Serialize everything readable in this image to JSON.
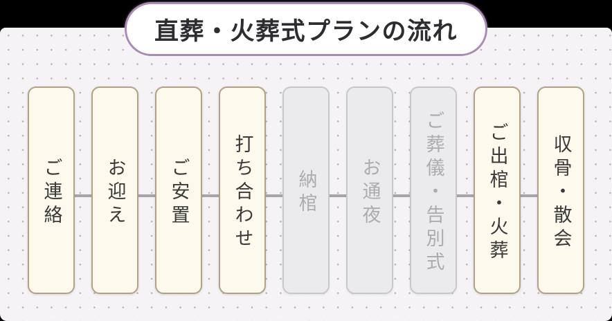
{
  "page": {
    "title": "直葬・火葬式プランの流れ"
  },
  "flow": {
    "steps": [
      {
        "label": "ご連絡",
        "excluded": false
      },
      {
        "label": "お迎え",
        "excluded": false
      },
      {
        "label": "ご安置",
        "excluded": false
      },
      {
        "label": "打ち合わせ",
        "excluded": false
      },
      {
        "label": "納棺",
        "excluded": true
      },
      {
        "label": "お通夜",
        "excluded": true
      },
      {
        "label": "ご葬儀・告別式",
        "excluded": true
      },
      {
        "label": "ご出棺・火葬",
        "excluded": false
      },
      {
        "label": "収骨・散会",
        "excluded": false
      }
    ]
  },
  "colors": {
    "backdrop": "#000000",
    "panel_bg": "#f5f3f6",
    "dot": "#b7b1ae",
    "pill_bg": "#ffffff",
    "pill_border": "#a78cb8",
    "title_text": "#2d2d31",
    "card_bg": "#fdf9ec",
    "card_border": "#b2a284",
    "card_text": "#3a3a3a",
    "excluded_card_bg": "#ebebed",
    "excluded_card_border": "#c8c8cb",
    "excluded_card_text": "#acabb0",
    "connector_line": "#a6a4a9"
  }
}
